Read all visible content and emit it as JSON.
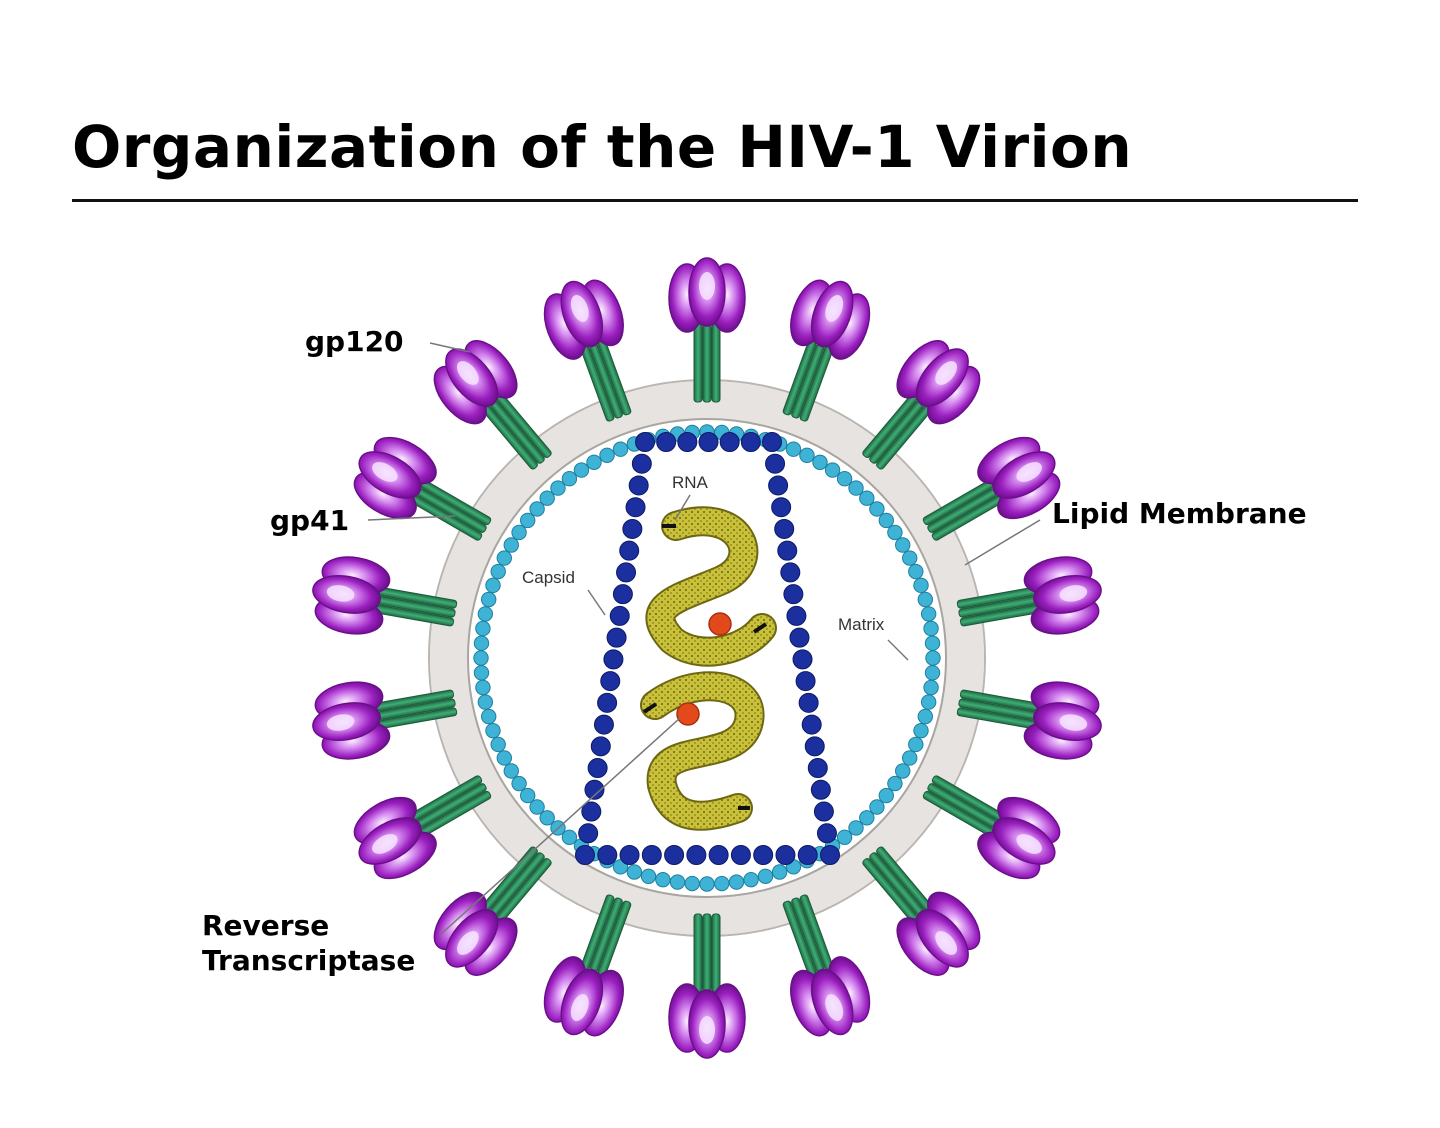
{
  "title": "Organization of the HIV-1 Virion",
  "labels": {
    "gp120": "gp120",
    "gp41": "gp41",
    "lipid_membrane": "Lipid Membrane",
    "reverse_transcriptase_line1": "Reverse",
    "reverse_transcriptase_line2": "Transcriptase",
    "rna": "RNA",
    "capsid": "Capsid",
    "matrix": "Matrix"
  },
  "colors": {
    "spike_head": "#9b1fc0",
    "spike_highlight": "#f2d6ff",
    "spike_stem": "#2f8a5a",
    "membrane": "#e6e3e0",
    "matrix_beads": "#3fb3d6",
    "capsid_beads": "#1b2f9e",
    "rna": "#c8c23a",
    "reverse_transcriptase": "#e24a1c"
  }
}
